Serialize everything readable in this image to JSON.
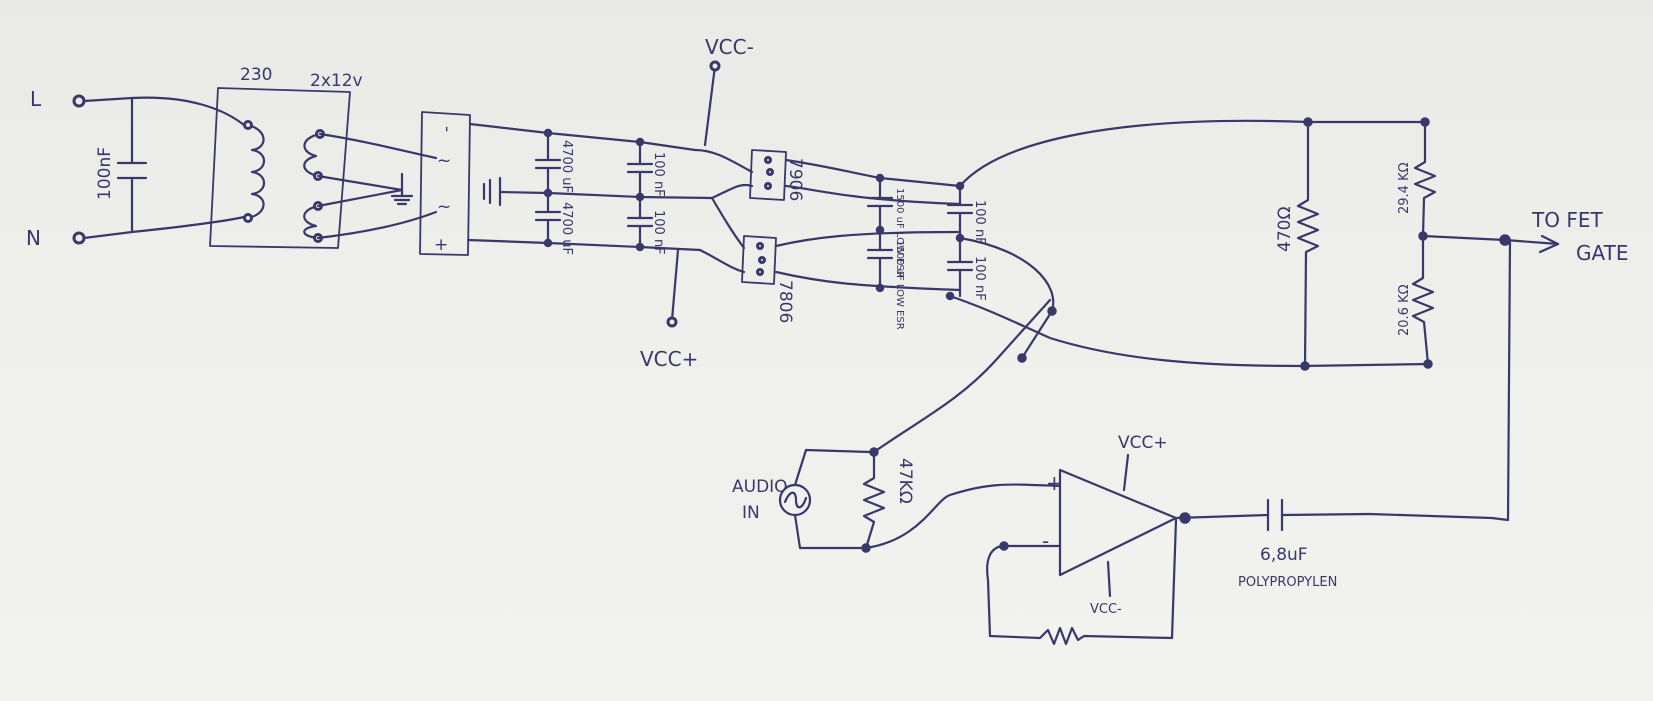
{
  "terminals": {
    "line": "L",
    "neutral": "N"
  },
  "components": {
    "mains_cap": "100nF",
    "transformer_primary": "230",
    "transformer_secondary": "2x12v",
    "bridge_minus": "-",
    "bridge_ac1": "~",
    "bridge_ac2": "~",
    "bridge_plus": "+",
    "cap_bulk_top": "4700 uF",
    "cap_bulk_bottom": "4700 uF",
    "cap_small_top": "100 nF",
    "cap_small_bottom": "100 nF",
    "reg_top": "7906",
    "reg_bottom": "7806",
    "cap_out_top": "1500 uF LOW ESR",
    "cap_out_bottom": "1500 uF LOW ESR",
    "cap_out_small_top": "100 nF",
    "cap_out_small_bottom": "100 nF",
    "res_bias": "470Ω",
    "res_div_top": "29.4 KΩ",
    "res_div_bottom": "20.6 KΩ",
    "res_input": "47KΩ",
    "coupling_cap": "6,8uF",
    "coupling_cap_type": "POLYPROPYLEN"
  },
  "rails": {
    "vcc_minus_top": "VCC-",
    "vcc_plus_bottom": "VCC+",
    "opamp_vcc_plus": "VCC+",
    "opamp_vcc_minus": "VCC-"
  },
  "audio": {
    "label_line1": "AUDIO",
    "label_line2": "IN"
  },
  "opamp": {
    "plus": "+",
    "minus": "-"
  },
  "output": {
    "line1": "TO FET",
    "line2": "GATE"
  }
}
